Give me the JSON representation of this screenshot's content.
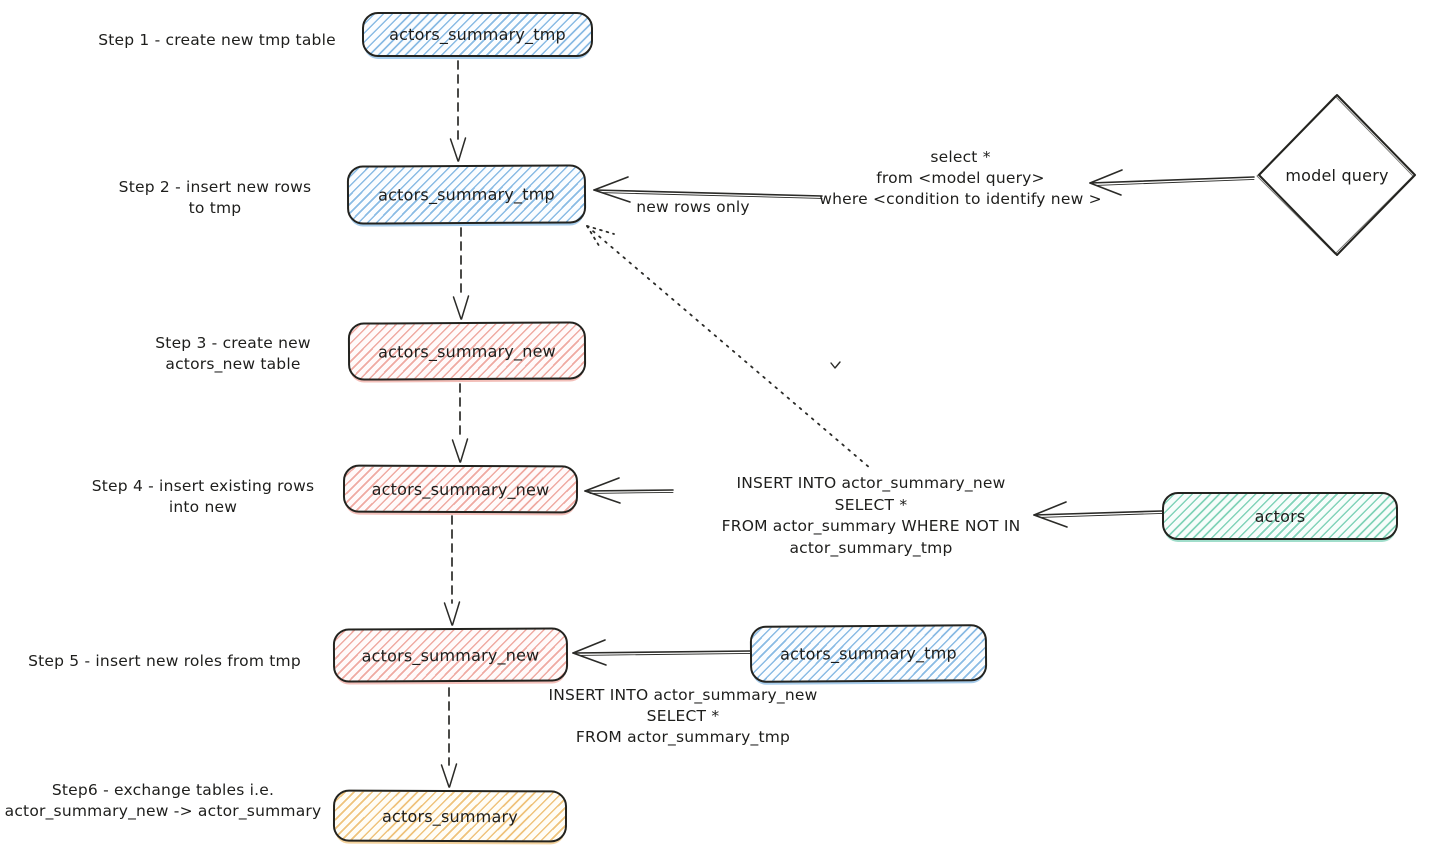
{
  "diagram": {
    "kind": "flowchart",
    "style": "hand-drawn-sketch"
  },
  "colors": {
    "ink": "#23231f",
    "node_blue_hatch": "#8abbe4",
    "node_red_hatch": "#efaaa2",
    "node_green_hatch": "#82d3b9",
    "node_yellow_hatch": "#efc37c",
    "background": "#ffffff"
  },
  "steps": {
    "step1": "Step 1 - create new tmp table",
    "step2": "Step 2 - insert new rows\nto tmp",
    "step3": "Step 3 - create new\nactors_new table",
    "step4": "Step 4 - insert existing rows\ninto new",
    "step5": "Step 5 - insert new roles from tmp",
    "step6": "Step6 - exchange tables i.e.\nactor_summary_new -> actor_summary"
  },
  "nodes": {
    "step1_box": "actors_summary_tmp",
    "step2_box": "actors_summary_tmp",
    "step3_box": "actors_summary_new",
    "step4_box": "actors_summary_new",
    "step5_box": "actors_summary_new",
    "step6_box": "actors_summary",
    "tmp_source_box": "actors_summary_tmp",
    "actors_box": "actors",
    "model_query_diamond": "model query"
  },
  "annotations": {
    "select_query": "select *\nfrom <model query>\nwhere <condition to identify new >",
    "new_rows_only": "new rows only",
    "insert_not_in": "INSERT INTO actor_summary_new SELECT *\nFROM actor_summary WHERE NOT IN\nactor_summary_tmp",
    "insert_from_tmp": "INSERT INTO actor_summary_new\nSELECT *\nFROM actor_summary_tmp"
  }
}
